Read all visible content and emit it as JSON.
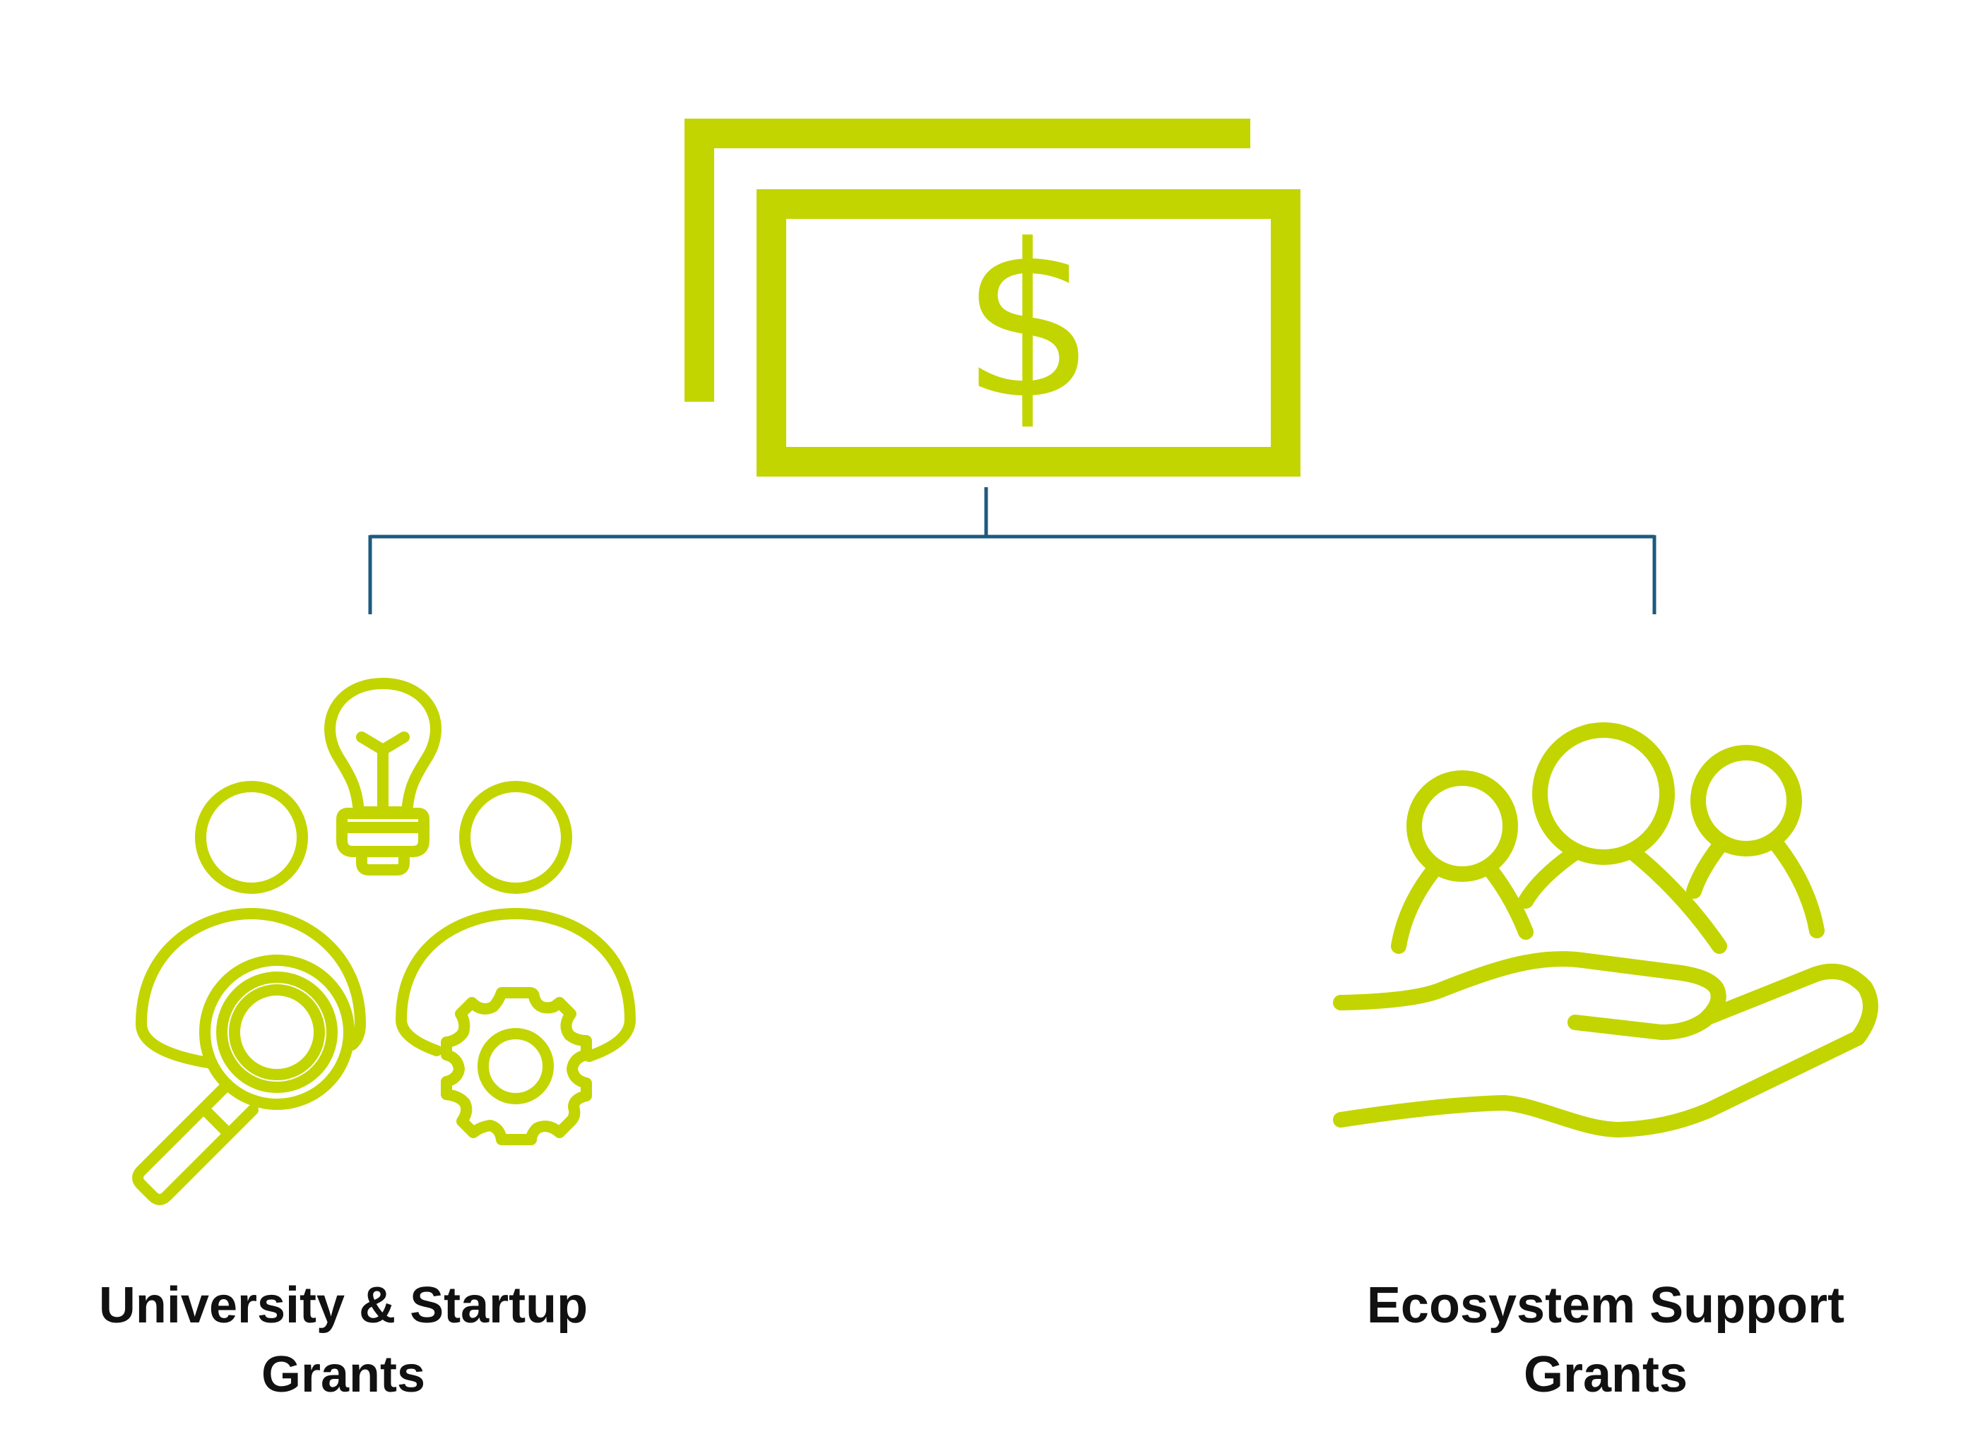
{
  "colors": {
    "accent": "#c2d500",
    "connector": "#1e5a7e",
    "text": "#111111",
    "background": "#ffffff"
  },
  "root": {
    "icon": "money-bills-dollar-icon",
    "symbol": "$"
  },
  "branches": [
    {
      "icon": "people-idea-research-icon",
      "label_line1": "University & Startup",
      "label_line2": "Grants"
    },
    {
      "icon": "hand-holding-people-icon",
      "label_line1": "Ecosystem Support",
      "label_line2": "Grants"
    }
  ]
}
